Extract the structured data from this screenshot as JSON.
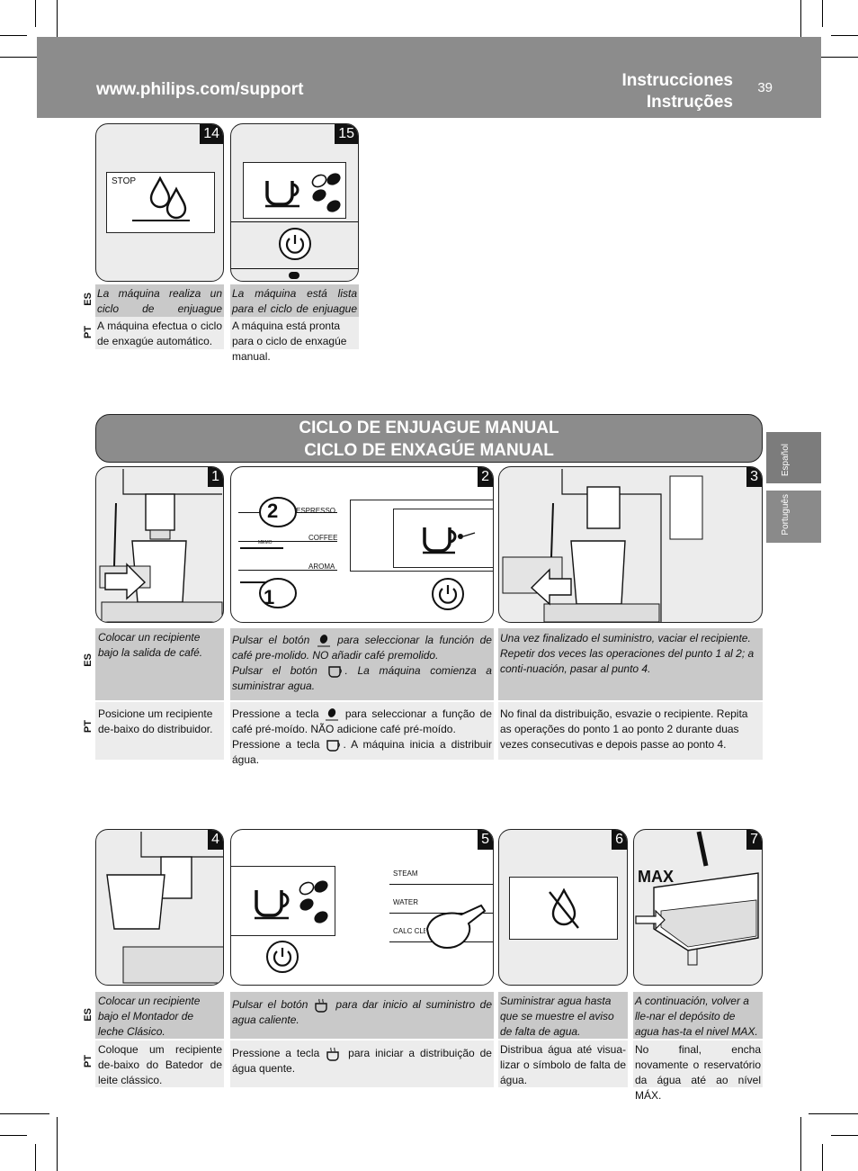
{
  "header": {
    "url": "www.philips.com/support",
    "title_es": "Instrucciones",
    "title_pt": "Instruções",
    "page_number": "39"
  },
  "side_tabs": {
    "es": "Español",
    "pt": "Português"
  },
  "lang_codes": {
    "es": "ES",
    "pt": "PT"
  },
  "banner": {
    "line1": "CICLO DE ENJUAGUE MANUAL",
    "line2": "CICLO DE ENXAGÚE MANUAL"
  },
  "icons": [
    "drops-icon",
    "cup-icon",
    "bean-icon",
    "power-icon",
    "no-water-icon",
    "hot-water-icon",
    "hand-pointer-icon"
  ],
  "steps_top": [
    {
      "num": "14",
      "screen_text": "STOP",
      "es": "La máquina realiza un ciclo de enjuague automático.",
      "pt": "A máquina efectua o ciclo de enxagúe automático."
    },
    {
      "num": "15",
      "es": "La máquina está lista para el ciclo de enjuague manual.",
      "pt": "A máquina está pronta para o ciclo de enxagúe manual."
    }
  ],
  "steps": [
    {
      "num": "1",
      "es": "Colocar un recipiente bajo la salida de café.",
      "pt": "Posicione um recipiente de-baixo do distribuidor."
    },
    {
      "num": "2",
      "buttons": [
        "ESPRESSO",
        "COFFEE",
        "AROMA"
      ],
      "memo": "MEMO",
      "callouts": [
        "2",
        "1"
      ],
      "es_a": "Pulsar el botón",
      "es_b": "para seleccionar la función de café pre-molido. NO añadir café premolido.",
      "es_c": "Pulsar el botón",
      "es_d": ". La máquina comienza a suministrar agua.",
      "pt_a": "Pressione a tecla",
      "pt_b": "para seleccionar a função de café pré-moído. NÃO adicione café pré-moído.",
      "pt_c": "Pressione a tecla",
      "pt_d": ". A máquina inicia a distribuir água."
    },
    {
      "num": "3",
      "es": "Una vez finalizado el suministro, vaciar el recipiente. Repetir dos veces las operaciones del punto 1 al 2; a conti-nuación, pasar al punto 4.",
      "pt": "No final da distribuição, esvazie o recipiente. Repita as operações do ponto 1 ao ponto 2 durante duas vezes consecutivas e depois passe ao ponto 4."
    },
    {
      "num": "4",
      "es": "Colocar un recipiente bajo el Montador de leche Clásico.",
      "pt": "Coloque um recipiente de-baixo do Batedor de leite clássico."
    },
    {
      "num": "5",
      "buttons": [
        "STEAM",
        "WATER",
        "CALC CLEAN"
      ],
      "es_a": "Pulsar el botón",
      "es_b": "para dar inicio al suministro de agua caliente.",
      "pt_a": "Pressione a tecla",
      "pt_b": "para iniciar a distribuição de água quente."
    },
    {
      "num": "6",
      "es": "Suministrar agua hasta que se muestre el aviso de falta de agua.",
      "pt": "Distribua água até visua-lizar o símbolo de falta de água."
    },
    {
      "num": "7",
      "label": "MAX",
      "es": "A continuación, volver a lle-nar el depósito de agua has-ta el nivel MAX.",
      "pt": "No final, encha novamente o reservatório da água até ao nível MÁX."
    }
  ]
}
